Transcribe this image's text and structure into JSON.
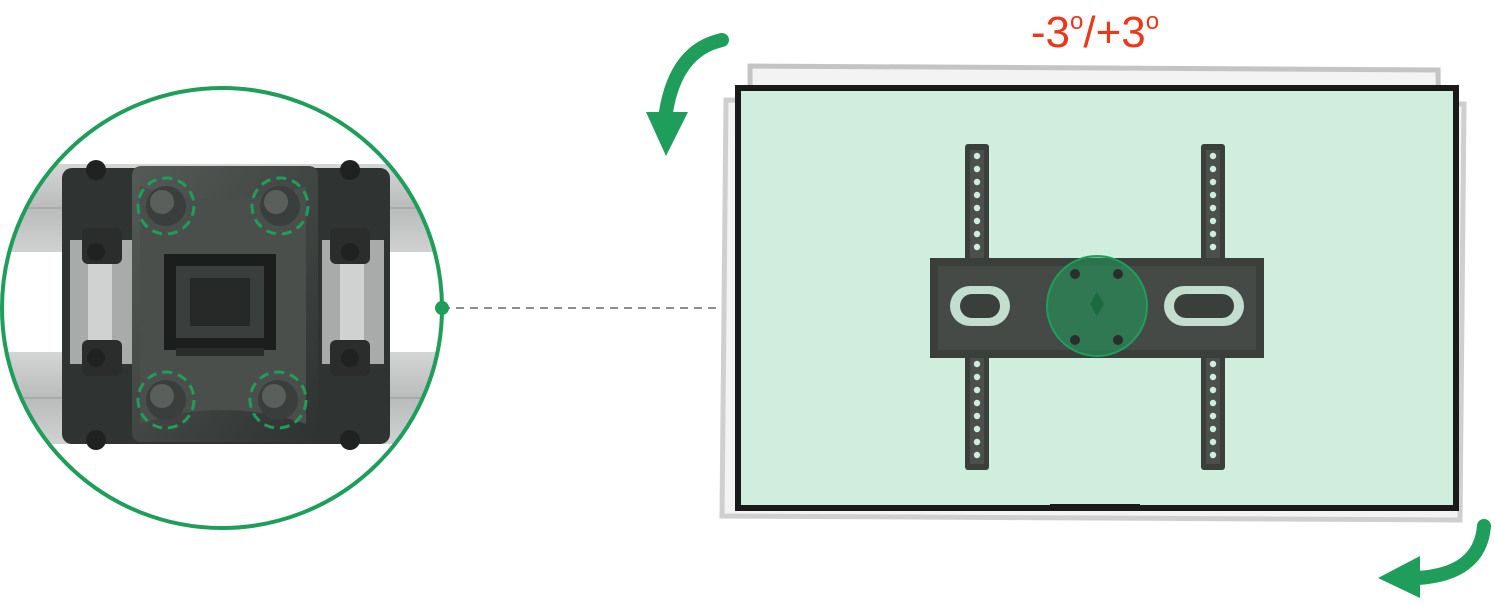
{
  "tilt_range": {
    "prefix_minus": "-3",
    "separator": "/+3",
    "degree_mark": "o"
  },
  "colors": {
    "accent_green": "#1e9e5a",
    "screen_tint": "#cfeedd",
    "tilt_text": "#e8391c",
    "bracket_dark": "#3b3f3c",
    "frame_dark": "#1a1a1a",
    "ghost_frame": "#bdbdbd"
  },
  "icons": {
    "rotate_ccw_top": "curved-arrow-down-icon",
    "rotate_cw_bottom": "curved-arrow-left-icon"
  }
}
